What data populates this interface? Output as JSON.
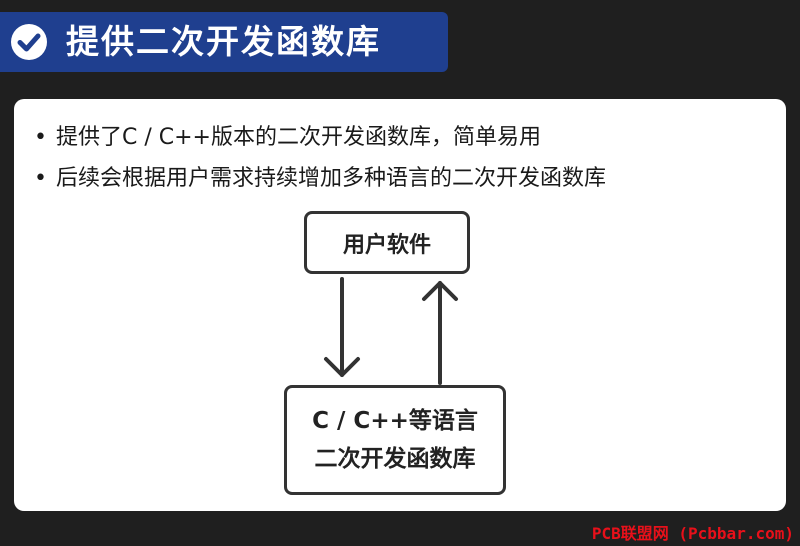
{
  "header": {
    "title": "提供二次开发函数库",
    "icon": "check-circle-icon",
    "bar_color": "#1f3f8f"
  },
  "bullets": [
    "提供了C / C++版本的二次开发函数库，简单易用",
    "后续会根据用户需求持续增加多种语言的二次开发函数库"
  ],
  "bullet_marker": "•",
  "diagram": {
    "top_box": "用户软件",
    "bottom_box_line1": "C / C++等语言",
    "bottom_box_line2": "二次开发函数库"
  },
  "watermark": "PCB联盟网 (Pcbbar.com)"
}
